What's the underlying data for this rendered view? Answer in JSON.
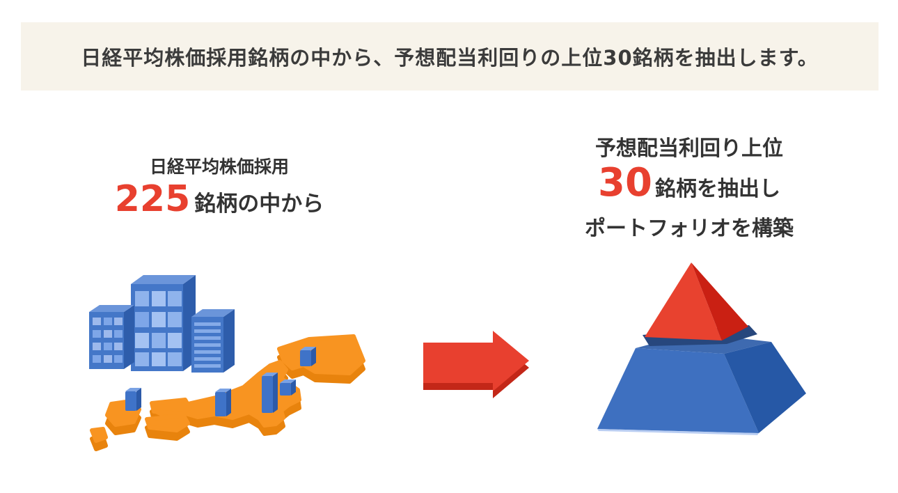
{
  "banner": {
    "text": "日経平均株価採用銘柄の中から、予想配当利回りの上位30銘柄を抽出します。"
  },
  "left": {
    "label": "日経平均株価採用",
    "count": "225",
    "count_suffix": "銘柄の中から",
    "illustration": "blue office buildings standing over an orange 3D map of Japan with blue bar columns"
  },
  "right": {
    "line1": "予想配当利回り上位",
    "count": "30",
    "count_suffix": "銘柄を抽出し",
    "line3": "ポートフォリオを構築",
    "illustration": "3D pyramid: red top segment floating above blue frustum base"
  },
  "icons": {
    "arrow": "right-arrow-icon"
  },
  "colors": {
    "background": "#ffffff",
    "banner_bg": "#f7f3ea",
    "text_dark": "#333333",
    "accent_red": "#e8402f",
    "accent_red_dark": "#c32718",
    "building_blue_front": "#4477c8",
    "building_blue_side": "#2e5dab",
    "building_blue_top": "#6b95da",
    "window_blue": "#7ea6e8",
    "map_orange_top": "#f89421",
    "map_orange_side": "#e8830d",
    "pyramid_blue_front": "#3e70c0",
    "pyramid_blue_side": "#2658a6",
    "pyramid_blue_topface": "#3e6ab0",
    "pyramid_shadow": "#27477d",
    "pyramid_red_front": "#e8422f",
    "pyramid_red_side": "#ca2013"
  }
}
